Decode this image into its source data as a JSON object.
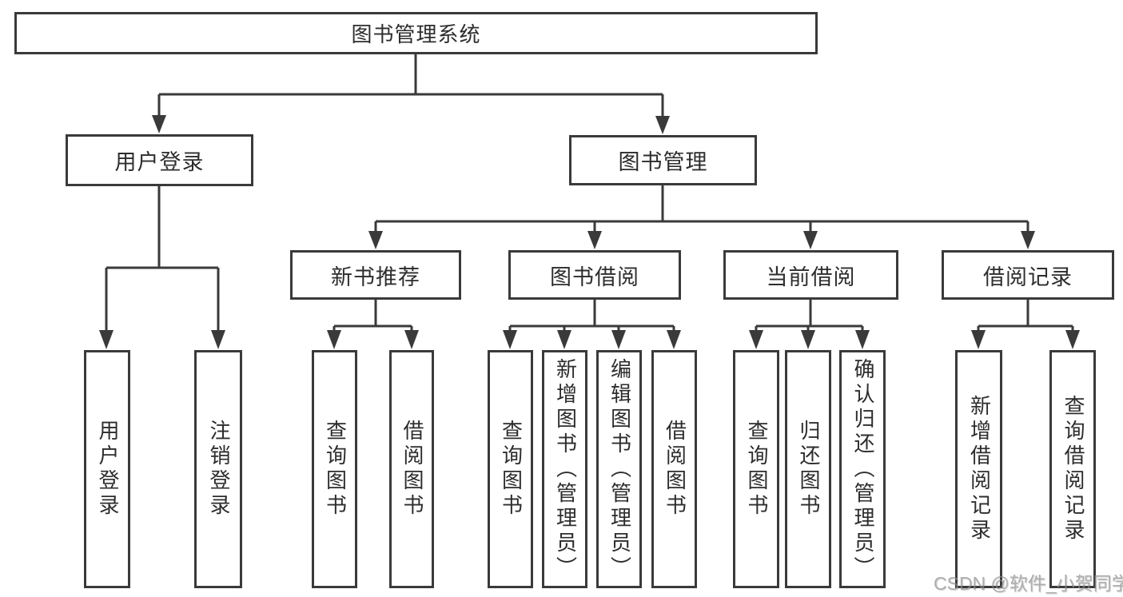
{
  "diagram_type": "hierarchy-diagram",
  "colors": {
    "line": "#3a3a3a",
    "box_border": "#3a3a3a",
    "text": "#2d2d2d",
    "watermark": "#8f8f8f",
    "background": "#ffffff"
  },
  "watermark": "CSDN @软件_小贺同学",
  "tree": {
    "label": "图书管理系统",
    "children": [
      {
        "label": "用户登录",
        "children": [
          {
            "label": "用户登录"
          },
          {
            "label": "注销登录"
          }
        ]
      },
      {
        "label": "图书管理",
        "children": [
          {
            "label": "新书推荐",
            "children": [
              {
                "label": "查询图书"
              },
              {
                "label": "借阅图书"
              }
            ]
          },
          {
            "label": "图书借阅",
            "children": [
              {
                "label": "查询图书"
              },
              {
                "label": "新增图书（管理员）"
              },
              {
                "label": "编辑图书（管理员）"
              },
              {
                "label": "借阅图书"
              }
            ]
          },
          {
            "label": "当前借阅",
            "children": [
              {
                "label": "查询图书"
              },
              {
                "label": "归还图书"
              },
              {
                "label": "确认归还（管理员）"
              }
            ]
          },
          {
            "label": "借阅记录",
            "children": [
              {
                "label": "新增借阅记录"
              },
              {
                "label": "查询借阅记录"
              }
            ]
          }
        ]
      }
    ]
  }
}
